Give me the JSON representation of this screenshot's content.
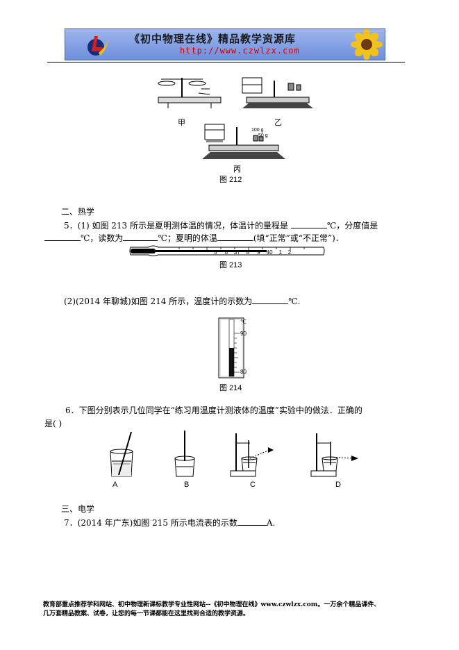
{
  "header": {
    "title": "《初中物理在线》精品教学资源库",
    "url": "http://www.czwlzx.com"
  },
  "figures": {
    "f212_label_jia": "甲",
    "f212_label_yi": "乙",
    "f212_label_bing": "丙",
    "f212_caption": "图 212",
    "f212_weight1": "100 g",
    "f212_weight2": "50 g",
    "f213_caption": "图 213",
    "f213_scale": [
      "5",
      "6",
      "37",
      "8",
      "9",
      "40",
      "1",
      "2"
    ],
    "f214_caption": "图 214",
    "f214_unit": "℃",
    "f214_top": "90",
    "f214_bottom": "80",
    "f6_labels": [
      "A",
      "B",
      "C",
      "D"
    ]
  },
  "section2": {
    "heading": "二、热学",
    "q5_line1_a": "5．(1) 如图 213  所示是夏明测体温的情况，体温计的量程是 ",
    "q5_line1_b": "℃，分度值是",
    "q5_line2_a": "℃，读数为",
    "q5_line2_b": "℃；夏明的体温",
    "q5_line2_c": "(填“正常”或“不正常”)．",
    "q5_part2_a": "(2)(2014  年聊城)如图 214  所示，温度计的示数为",
    "q5_part2_b": "℃."
  },
  "q6": {
    "line1": "6．下图分别表示几位同学在“练习用温度计测液体的温度”实验中的做法．正确的",
    "line2": "是(      )"
  },
  "section3": {
    "heading": "三、电学",
    "q7_a": "7．(2014  年广东)如图 215  所示电流表的示数",
    "q7_b": "A."
  },
  "footer": {
    "line1": "教育部重点推荐学科网站、初中物理新课标教学专业性网站--《初中物理在线》www.czwlzx.com。一万余个精品课件、",
    "line2": "几万套精品教案、试卷，让您的每一节课都能在这里找到合适的教学资源。"
  }
}
